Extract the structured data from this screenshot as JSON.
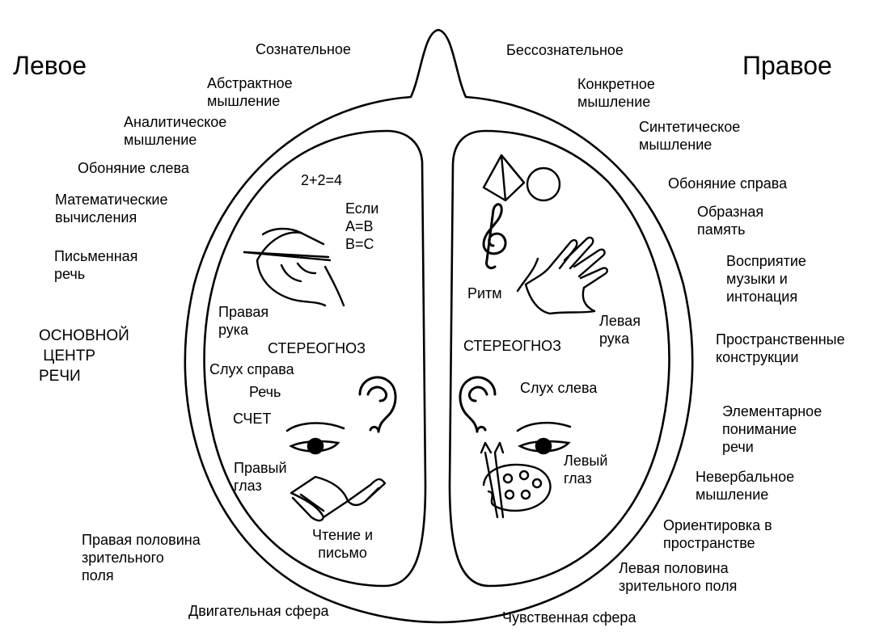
{
  "hemispheres": {
    "left_title": "Левое",
    "right_title": "Правое"
  },
  "left_outer": {
    "conscious": "Сознательное",
    "abstract": "Абстрактное\nмышление",
    "analytic": "Аналитическое\nмышление",
    "smell_left": "Обоняние слева",
    "math": "Математические\nвычисления",
    "written": "Письменная\nречь",
    "speech_center": "ОСНОВНОЙ\n ЦЕНТР\nРЕЧИ",
    "right_visual_half": "Правая половина\nзрительного\nполя",
    "motor": "Двигательная сфера"
  },
  "right_outer": {
    "unconscious": "Бессознательное",
    "concrete": "Конкретное\nмышление",
    "synthetic": "Синтетическое\nмышление",
    "smell_right": "Обоняние справа",
    "imagery": "Образная\nпамять",
    "music": "Восприятие\nмузыки и\nинтонация",
    "spatial": "Пространственные\nконструкции",
    "elementary": "Элементарное\nпонимание\nречи",
    "nonverbal": "Невербальное\nмышление",
    "orientation": "Ориентировка в\nпространстве",
    "left_visual_half": "Левая половина\nзрительного поля",
    "sensory": "Чувственная сфера"
  },
  "left_inner": {
    "equation": "2+2=4",
    "logic": "Если\nA=B\nB=C",
    "right_hand": "Правая\nрука",
    "stereognosis": "СТЕРЕОГНОЗ",
    "hearing_right": "Слух справа",
    "speech": "Речь",
    "counting": "СЧЕТ",
    "right_eye": "Правый\nглаз",
    "reading": "Чтение и\nписьмо"
  },
  "right_inner": {
    "rhythm": "Ритм",
    "left_hand": "Левая\nрука",
    "stereognosis": "СТЕРЕОГНОЗ",
    "hearing_left": "Слух слева",
    "left_eye": "Левый\nглаз"
  },
  "icons": [
    "writing-hand-icon",
    "pyramid-icon",
    "circle-icon",
    "treble-clef-icon",
    "open-hand-icon",
    "ear-icon",
    "eye-icon",
    "open-book-icon",
    "palette-brushes-icon"
  ]
}
